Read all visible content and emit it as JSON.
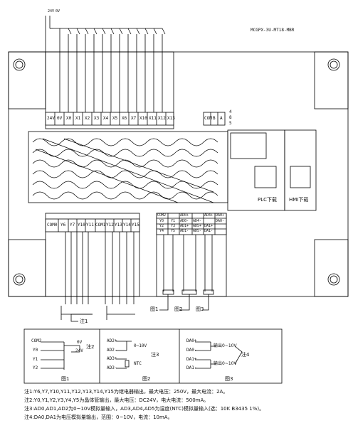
{
  "model": "MCGPX-3U-MT18-MBR",
  "top_supply": {
    "v24": "24V",
    "v0": "0V"
  },
  "top_terminals": [
    "24V",
    "0V",
    "X0",
    "X1",
    "X2",
    "X3",
    "X4",
    "X5",
    "X6",
    "X7",
    "X10",
    "X11",
    "X12",
    "X13"
  ],
  "comm_terminals": [
    "COM",
    "B",
    "A"
  ],
  "comm_pins": [
    "4",
    "8",
    "5"
  ],
  "download_labels": {
    "plc": "PLC下载",
    "hmi": "HMI下载"
  },
  "bottom_terminals": [
    "COM0",
    "Y6",
    "Y7",
    "Y10",
    "Y11",
    "COM1",
    "Y12",
    "Y13",
    "Y14",
    "Y15"
  ],
  "analog_grid": [
    [
      "COM2",
      "AD0+",
      "AD4+",
      "DA0+"
    ],
    [
      "Y0",
      "Y1",
      "AD0-",
      "AD4-",
      "DA0-"
    ],
    [
      "Y2",
      "Y3",
      "AD1+",
      "AD5+",
      "DA1+"
    ],
    [
      "Y4",
      "Y5",
      "AD1-",
      "AD5-",
      "DA1-"
    ]
  ],
  "fig_refs": [
    "图1",
    "图2",
    "图3"
  ],
  "note_ref": "注1",
  "fig1": {
    "terms": [
      "COM2",
      "Y0",
      "Y1",
      "Y2"
    ],
    "v0": "0V",
    "v24": "24V",
    "note": "注2",
    "caption": "图1"
  },
  "fig2": {
    "terms": [
      "AD2+",
      "AD2-",
      "AD3+",
      "AD3-"
    ],
    "range": "0~10V",
    "ntc": "NTC",
    "note": "注3",
    "caption": "图2"
  },
  "fig3": {
    "terms": [
      "DA0+",
      "DA0-",
      "DA1+",
      "DA1-"
    ],
    "out1": "输出0~10V",
    "out2": "输出0~10V",
    "note": "注4",
    "caption": "图3"
  },
  "notes": [
    "注1:Y6,Y7,Y10,Y11,Y12,Y13,Y14,Y15为继电器输出，最大电压：250V，最大电流：2A。",
    "注2:Y0,Y1,Y2,Y3,Y4,Y5为晶体管输出，最大电压：DC24V，电大电流：500mA。",
    "注3:AD0,AD1,AD2为0~10V模拟量输入，AD3,AD4,AD5为温度(NTC)模拟量输入(选：10K B3435 1%)。",
    "注4:DA0,DA1为电压模拟量输出，范围：0~10V，电流：10mA。"
  ]
}
